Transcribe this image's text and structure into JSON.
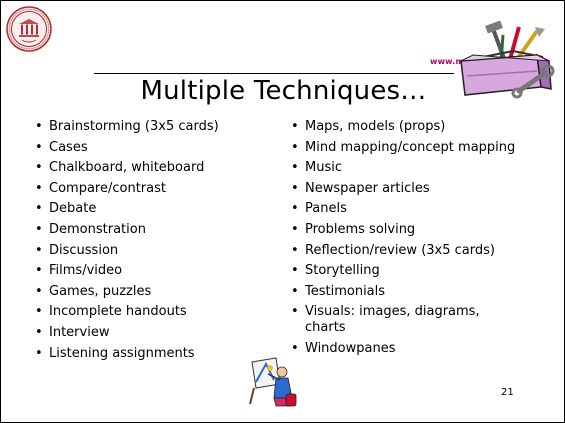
{
  "slide": {
    "url_text": "www.m",
    "title": "Multiple Techniques…",
    "page_number": "21",
    "left_items": [
      "Brainstorming (3x5 cards)",
      "Cases",
      "Chalkboard, whiteboard",
      "Compare/contrast",
      "Debate",
      "Demonstration",
      "Discussion",
      "Films/video",
      "Games, puzzles",
      "Incomplete handouts",
      "Interview",
      "Listening assignments"
    ],
    "right_items": [
      "Maps, models (props)",
      "Mind mapping/concept mapping",
      "Music",
      "Newspaper articles",
      "Panels",
      "Problems solving",
      "Reflection/review (3x5 cards)",
      "Storytelling",
      "Testimonials",
      "Visuals: images, diagrams, charts",
      "Windowpanes"
    ]
  }
}
